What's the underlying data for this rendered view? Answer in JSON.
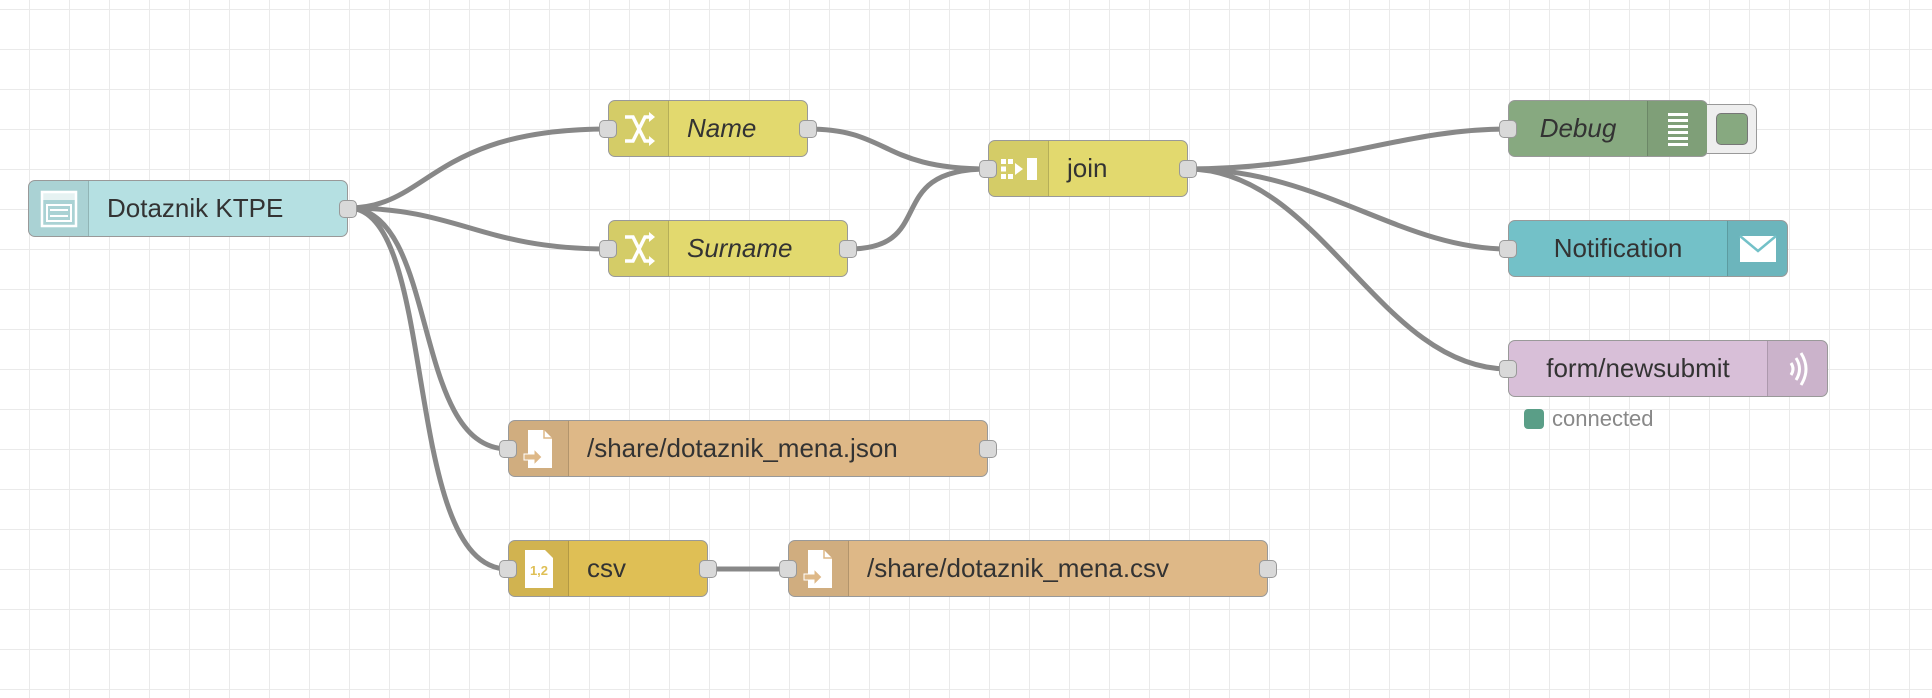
{
  "canvas": {
    "grid_color": "#eaeaea",
    "wire_color": "#888888"
  },
  "nodes": {
    "dotaznik": {
      "label": "Dotaznik KTPE",
      "icon": "form-icon",
      "color": "#b5e0e2"
    },
    "name": {
      "label": "Name",
      "icon": "shuffle-icon",
      "color": "#e2d96e"
    },
    "surname": {
      "label": "Surname",
      "icon": "shuffle-icon",
      "color": "#e2d96e"
    },
    "join": {
      "label": "join",
      "icon": "join-icon",
      "color": "#e2d96e"
    },
    "debug": {
      "label": "Debug",
      "icon": "list-icon",
      "color": "#87a980"
    },
    "notification": {
      "label": "Notification",
      "icon": "envelope-icon",
      "color": "#73c1c8"
    },
    "mqtt": {
      "label": "form/newsubmit",
      "icon": "broadcast-icon",
      "color": "#d8bfd8",
      "status": "connected",
      "status_color": "#5a9e87"
    },
    "json_file": {
      "label": "/share/dotaznik_mena.json",
      "icon": "file-out-icon",
      "color": "#deb887"
    },
    "csv": {
      "label": "csv",
      "icon": "csv-icon",
      "icon_text": "1,2",
      "color": "#dfbf55"
    },
    "csv_file": {
      "label": "/share/dotaznik_mena.csv",
      "icon": "file-out-icon",
      "color": "#deb887"
    }
  }
}
